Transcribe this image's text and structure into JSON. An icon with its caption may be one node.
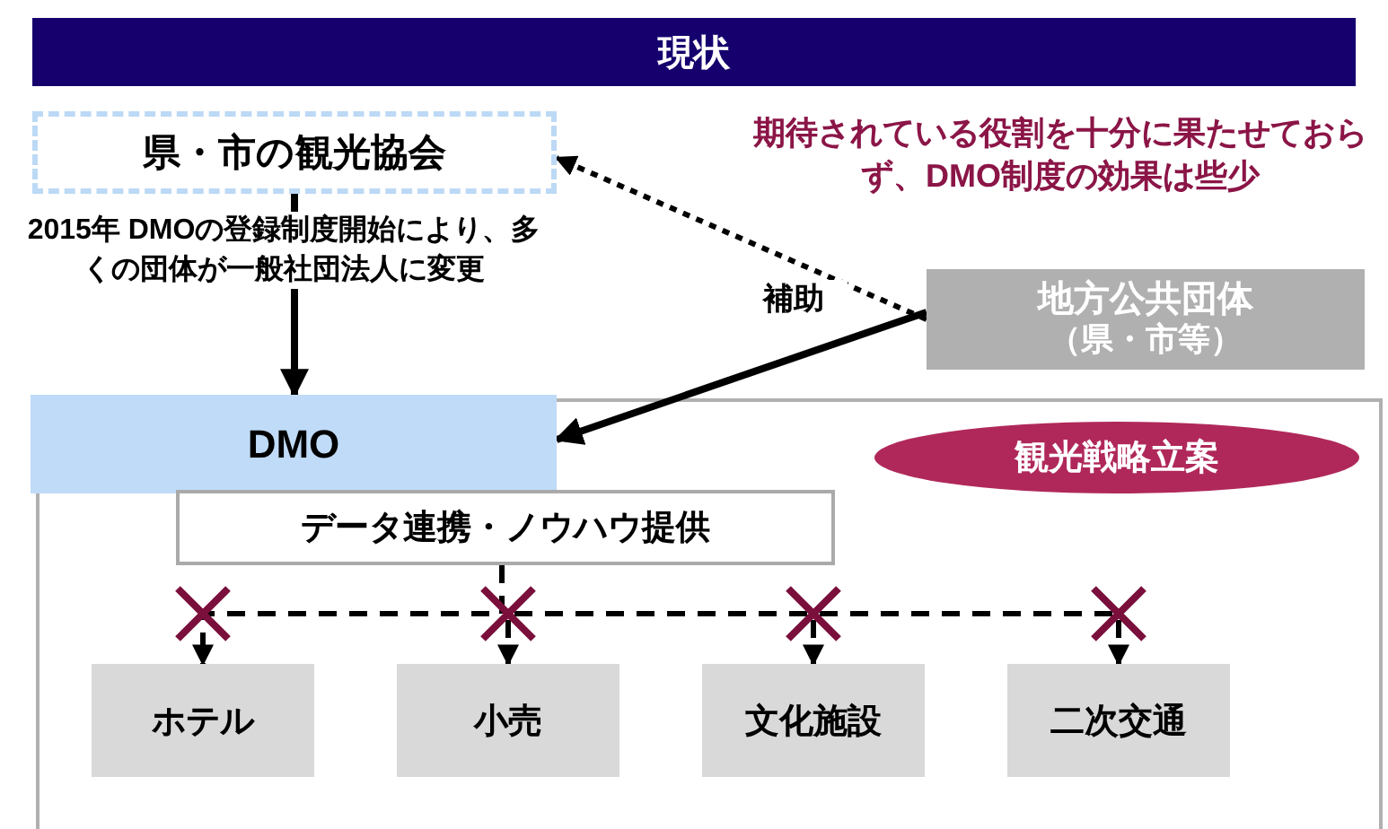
{
  "diagram": {
    "title": "現状",
    "nodes": [
      {
        "text": [
          "県・市の観光協会"
        ]
      },
      {
        "text": [
          "地方公共団体",
          "（県・市等）"
        ]
      },
      {
        "text": [
          "DMO"
        ]
      },
      {
        "text": [
          "観光戦略立案"
        ]
      },
      {
        "text": [
          "データ連携・ノウハウ提供"
        ]
      },
      {
        "text": [
          "ホテル"
        ]
      },
      {
        "text": [
          "小売"
        ]
      },
      {
        "text": [
          "文化施設"
        ]
      },
      {
        "text": [
          "二次交通"
        ]
      }
    ],
    "edges": [
      {
        "from": 0,
        "to": 2,
        "arrow": "to",
        "label": "2015年 DMOの登録制度開始により、多くの団体が一般社団法人に変更"
      },
      {
        "from": 1,
        "to": 0,
        "arrow": "to",
        "style": "dashed",
        "label": "補助"
      },
      {
        "from": 1,
        "to": 2,
        "arrow": "to"
      },
      {
        "from": 4,
        "to": 5,
        "arrow": "to",
        "style": "dashed"
      },
      {
        "from": 4,
        "to": 6,
        "arrow": "to",
        "style": "dashed"
      },
      {
        "from": 4,
        "to": 7,
        "arrow": "to",
        "style": "dashed"
      },
      {
        "from": 4,
        "to": 8,
        "arrow": "to",
        "style": "dashed"
      }
    ],
    "labels": [
      "期待されている役割を十分に果たせておらず、DMO制度の効果は些少"
    ]
  }
}
